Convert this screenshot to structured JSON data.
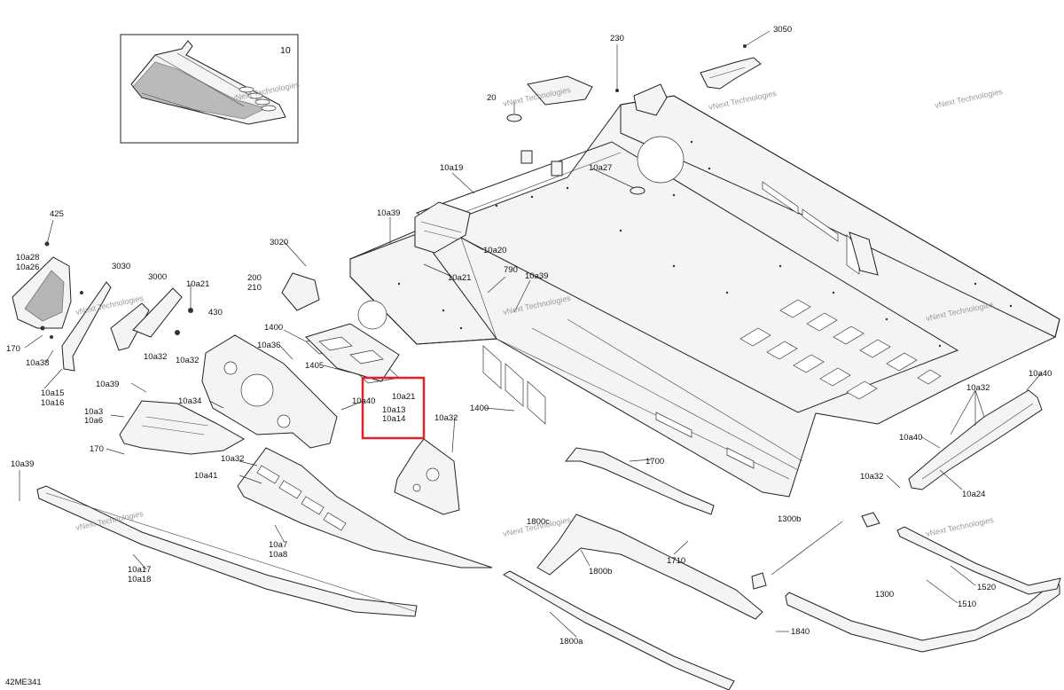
{
  "diagram": {
    "drawing_number": "42ME341",
    "inset_label": "10",
    "watermark": "vNext Technologies",
    "highlight_color": "#e0202a",
    "callouts": [
      {
        "id": "230",
        "text": "230"
      },
      {
        "id": "3050",
        "text": "3050"
      },
      {
        "id": "20",
        "text": "20"
      },
      {
        "id": "10a19",
        "text": "10a19"
      },
      {
        "id": "10a27",
        "text": "10a27"
      },
      {
        "id": "425",
        "text": "425"
      },
      {
        "id": "10a28",
        "text": "10a28"
      },
      {
        "id": "10a26",
        "text": "10a26"
      },
      {
        "id": "10a39-top",
        "text": "10a39"
      },
      {
        "id": "3020",
        "text": "3020"
      },
      {
        "id": "10a20",
        "text": "10a20"
      },
      {
        "id": "3030",
        "text": "3030"
      },
      {
        "id": "3000",
        "text": "3000"
      },
      {
        "id": "10a21-left",
        "text": "10a21"
      },
      {
        "id": "200",
        "text": "200"
      },
      {
        "id": "210",
        "text": "210"
      },
      {
        "id": "10a21-mid",
        "text": "10a21"
      },
      {
        "id": "790",
        "text": "790"
      },
      {
        "id": "10a39-mid",
        "text": "10a39"
      },
      {
        "id": "430",
        "text": "430"
      },
      {
        "id": "170-left",
        "text": "170"
      },
      {
        "id": "10a38",
        "text": "10a38"
      },
      {
        "id": "1400-top",
        "text": "1400"
      },
      {
        "id": "10a36",
        "text": "10a36"
      },
      {
        "id": "10a32-a",
        "text": "10a32"
      },
      {
        "id": "10a32-b",
        "text": "10a32"
      },
      {
        "id": "1405",
        "text": "1405"
      },
      {
        "id": "10a15",
        "text": "10a15"
      },
      {
        "id": "10a16",
        "text": "10a16"
      },
      {
        "id": "10a39-left",
        "text": "10a39"
      },
      {
        "id": "10a34",
        "text": "10a34"
      },
      {
        "id": "10a40-mid",
        "text": "10a40"
      },
      {
        "id": "10a21-box",
        "text": "10a21"
      },
      {
        "id": "10a13",
        "text": "10a13"
      },
      {
        "id": "10a14",
        "text": "10a14"
      },
      {
        "id": "10a3",
        "text": "10a3"
      },
      {
        "id": "10a6",
        "text": "10a6"
      },
      {
        "id": "1400-mid",
        "text": "1400"
      },
      {
        "id": "10a32-c",
        "text": "10a32"
      },
      {
        "id": "10a40-right",
        "text": "10a40"
      },
      {
        "id": "10a32-d",
        "text": "10a32"
      },
      {
        "id": "170-mid",
        "text": "170"
      },
      {
        "id": "10a40-r2",
        "text": "10a40"
      },
      {
        "id": "10a32-e",
        "text": "10a32"
      },
      {
        "id": "1700",
        "text": "1700"
      },
      {
        "id": "10a39-bl",
        "text": "10a39"
      },
      {
        "id": "10a41",
        "text": "10a41"
      },
      {
        "id": "10a32-f",
        "text": "10a32"
      },
      {
        "id": "10a24",
        "text": "10a24"
      },
      {
        "id": "1300b",
        "text": "1300b"
      },
      {
        "id": "1800c",
        "text": "1800c"
      },
      {
        "id": "1710",
        "text": "1710"
      },
      {
        "id": "10a7",
        "text": "10a7"
      },
      {
        "id": "10a8",
        "text": "10a8"
      },
      {
        "id": "1800b",
        "text": "1800b"
      },
      {
        "id": "10a17",
        "text": "10a17"
      },
      {
        "id": "10a18",
        "text": "10a18"
      },
      {
        "id": "1520",
        "text": "1520"
      },
      {
        "id": "1300",
        "text": "1300"
      },
      {
        "id": "1510",
        "text": "1510"
      },
      {
        "id": "1840",
        "text": "1840"
      },
      {
        "id": "1800a",
        "text": "1800a"
      }
    ]
  }
}
